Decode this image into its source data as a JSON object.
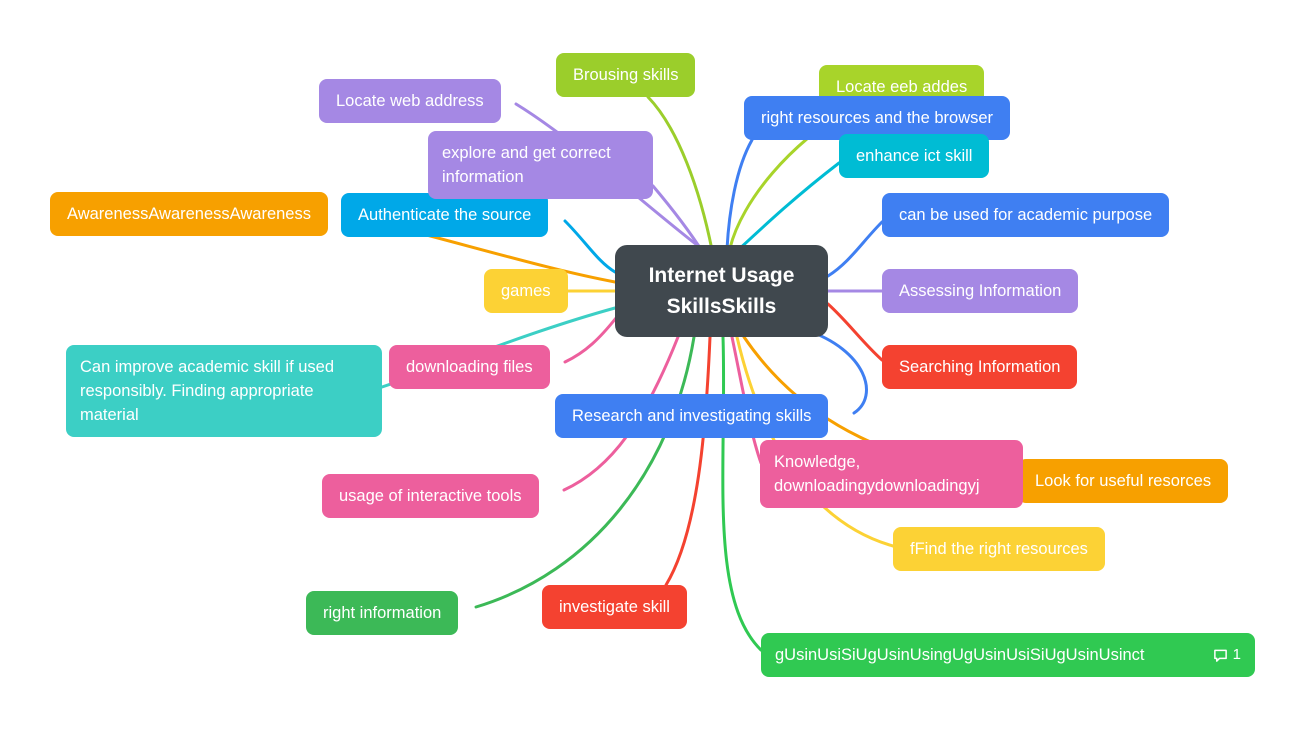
{
  "center": {
    "title": "Internet Usage SkillsSkills",
    "color": "#40484e"
  },
  "nodes": [
    {
      "label": "Brousing skills",
      "color": "#9bce2b"
    },
    {
      "label": "Locate web address",
      "color": "#a588e4"
    },
    {
      "label": "explore and get correct information",
      "color": "#a588e4"
    },
    {
      "label": "Authenticate the source",
      "color": "#00a8e8"
    },
    {
      "label": "AwarenessAwarenessAwareness",
      "color": "#f7a000"
    },
    {
      "label": "games",
      "color": "#fcd235"
    },
    {
      "label": "downloading files",
      "color": "#ed5f9d"
    },
    {
      "label": "Can improve academic skill if used responsibly. Finding appropriate material",
      "color": "#3ccfc5"
    },
    {
      "label": "usage of interactive tools",
      "color": "#ed5f9d"
    },
    {
      "label": "right information",
      "color": "#3cb957"
    },
    {
      "label": "investigate skill",
      "color": "#f44230"
    },
    {
      "label": "Locate eeb addes",
      "color": "#a8d42a"
    },
    {
      "label": "right resources and the browser",
      "color": "#3f7ff2"
    },
    {
      "label": "enhance ict skill",
      "color": "#00bcd4"
    },
    {
      "label": "can be used for academic purpose",
      "color": "#3f7ff2"
    },
    {
      "label": "Assessing Information",
      "color": "#a588e4"
    },
    {
      "label": "Searching Information",
      "color": "#f44230"
    },
    {
      "label": "Research and investigating skills",
      "color": "#3f7ff2"
    },
    {
      "label": "Knowledge, downloadingydownloadingyj",
      "color": "#ed5f9d"
    },
    {
      "label": "Look for useful resorces",
      "color": "#f7a000"
    },
    {
      "label": "fFind the right resources",
      "color": "#fcd235"
    },
    {
      "label": "gUsinUsiSiUgUsinUsingUgUsinUsiSiUgUsinUsinct",
      "color": "#30c952",
      "comment_count": "1"
    }
  ]
}
